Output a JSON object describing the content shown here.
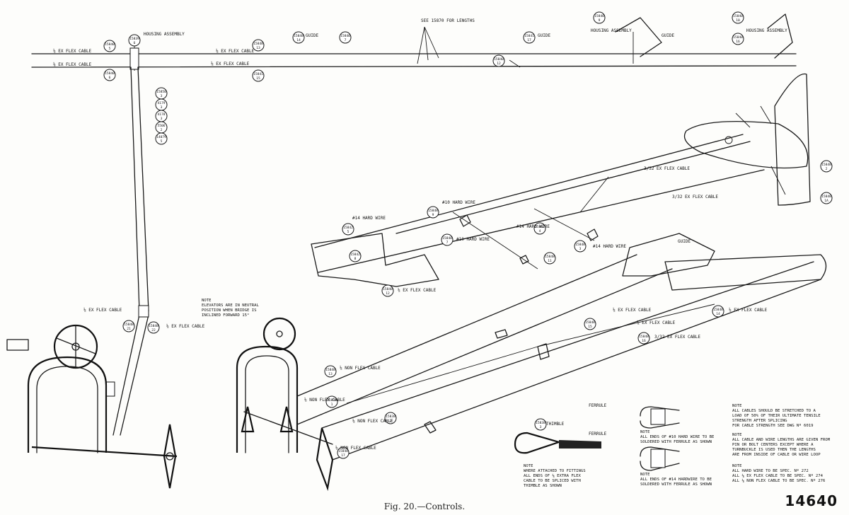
{
  "caption": "Fig. 20.—Controls.",
  "plate_number": "14640",
  "labels": {
    "flex_cable_1": "⅛ EX FLEX CABLE",
    "flex_cable_2": "⅛ EX FLEX CABLE",
    "flex_cable_3": "⅛ EX FLEX CABLE",
    "flex_cable_4": "⅛ EX FLEX CABLE",
    "flex_cable_elev_1": "⅛ EX FLEX CABLE",
    "flex_cable_elev_2": "⅛ EX FLEX CABLE",
    "flex_cable_lower": "⅛ EX FLEX CABLE",
    "flex_cable_right_1": "3/32 EX FLEX CABLE",
    "flex_cable_right_2": "3/32 EX FLEX CABLE",
    "flex_cable_right_3": "⅛ EX FLEX CABLE",
    "flex_cable_right_4": "⅛ EX FLEX CABLE",
    "flex_cable_right_5": "⅛ EX FLEX CABLE",
    "flex_cable_right_6": "3/32 EX FLEX CABLE",
    "hard_wire_1": "#14 HARD WIRE",
    "hard_wire_2": "#10 HARD WIRE",
    "hard_wire_3": "#10 HARD WIRE",
    "hard_wire_4": "#14 HARD WIRE",
    "hard_wire_5": "#14 HARD WIRE",
    "non_flex_1": "⅛ NON FLEX CABLE",
    "non_flex_2": "⅛ NON FLEX CABLE",
    "non_flex_3": "⅛ NON FLEX CABLE",
    "non_flex_4": "⅛ NON FLEX CABLE",
    "housing_assembly": "HOUSING ASSEMBLY",
    "see_length": "SEE 15870 FOR LENGTHS",
    "guide_1": "GUIDE",
    "guide_2": "GUIDE",
    "guide_3": "GUIDE",
    "guide_4": "GUIDE",
    "housing_assembly_2": "HOUSING ASSEMBLY",
    "housing_assembly_3": "HOUSING ASSEMBLY",
    "thimble": "THIMBLE",
    "ferrule_1": "FERRULE",
    "ferrule_2": "FERRULE"
  },
  "notes": {
    "elevator_note": [
      "NOTE",
      "ELEVATORS ARE IN NEUTRAL",
      "POSITION WHEN BRIDGE IS",
      "INCLINED FORWARD 15°"
    ],
    "thimble_note": [
      "NOTE",
      "WHERE ATTACHED TO FITTINGS",
      "ALL ENDS OF ⅛ EXTRA FLEX",
      "CABLE TO BE SPLICED WITH",
      "THIMBLE AS SHOWN"
    ],
    "ferrule_note_1": [
      "NOTE",
      "ALL ENDS OF #10 HARD WIRE TO BE",
      "SOLDERED WITH FERRULE AS SHOWN"
    ],
    "ferrule_note_2": [
      "NOTE",
      "ALL ENDS OF #14 HARDWIRE TO BE",
      "SOLDERED WITH FERRULE AS SHOWN"
    ],
    "stretch_note": [
      "NOTE",
      "ALL CABLES SHOULD BE STRETCHED TO A",
      "LOAD OF 50% OF THEIR ULTIMATE TENSILE",
      "STRENGTH AFTER SPLICING",
      "FOR CABLE STRENGTH SEE DWG Nº 6019"
    ],
    "length_note": [
      "NOTE",
      "ALL CABLE AND WIRE LENGTHS ARE GIVEN FROM",
      "PIN OR BOLT CENTERS EXCEPT WHERE A",
      "TURNBUCKLE IS USED THEN THE LENGTHS",
      "ARE FROM INSIDE OF CABLE OR WIRE LOOP"
    ],
    "spec_note": [
      "NOTE",
      "ALL HARD WIRE TO BE SPEC. Nº 272",
      "ALL ⅛ EX FLEX CABLE TO BE SPEC. Nº 274",
      "ALL ⅛ NON FLEX CABLE TO BE SPEC. Nº 276"
    ]
  },
  "tags": {
    "t_top_1": [
      "15840",
      "5"
    ],
    "t_top_2": [
      "15839",
      "6"
    ],
    "t_top_3": [
      "15840",
      "6"
    ],
    "t_top_4": [
      "15848",
      "13"
    ],
    "t_top_5": [
      "15841",
      "15"
    ],
    "t_top_6": [
      "15848",
      "14"
    ],
    "t_top_7": [
      "15840",
      "7"
    ],
    "t_top_8": [
      "15841",
      "17"
    ],
    "t_top_9": [
      "15840",
      "12"
    ],
    "t_top_10": [
      "15840",
      "9"
    ],
    "t_top_11": [
      "15840",
      "10"
    ],
    "t_top_12": [
      "15840",
      "16"
    ],
    "t_col_1": [
      "15850",
      "3"
    ],
    "t_col_2": [
      "4179",
      "3"
    ],
    "t_col_3": [
      "4178",
      "3"
    ],
    "t_col_4": [
      "5506",
      "2"
    ],
    "t_col_5": [
      "14079",
      "5"
    ],
    "t_mid_1": [
      "15842",
      "5"
    ],
    "t_mid_2": [
      "15848",
      "9"
    ],
    "t_mid_3": [
      "15840",
      "7"
    ],
    "t_mid_4": [
      "15842",
      "8"
    ],
    "t_mid_5": [
      "15842",
      "4"
    ],
    "t_mid_6": [
      "15848",
      "3"
    ],
    "t_mid_7": [
      "15848",
      "12"
    ],
    "t_low_1": [
      "15848",
      "11"
    ],
    "t_low_2": [
      "15848",
      "15"
    ],
    "t_low_3": [
      "15848",
      "16"
    ],
    "t_low_4": [
      "15848",
      "14"
    ],
    "t_low_5": [
      "15848",
      "13"
    ],
    "t_low_6": [
      "15848",
      "17"
    ],
    "t_wire_1": [
      "15838",
      "1"
    ],
    "t_wire_2": [
      "15838",
      "2"
    ],
    "t_wire_3": [
      "15838",
      "3"
    ],
    "t_tail_1": [
      "15848",
      "2"
    ],
    "t_tail_2": [
      "15848",
      "1A"
    ],
    "t_stick": [
      "15848",
      "21"
    ],
    "t_stick_2": [
      "15848",
      "22"
    ]
  }
}
